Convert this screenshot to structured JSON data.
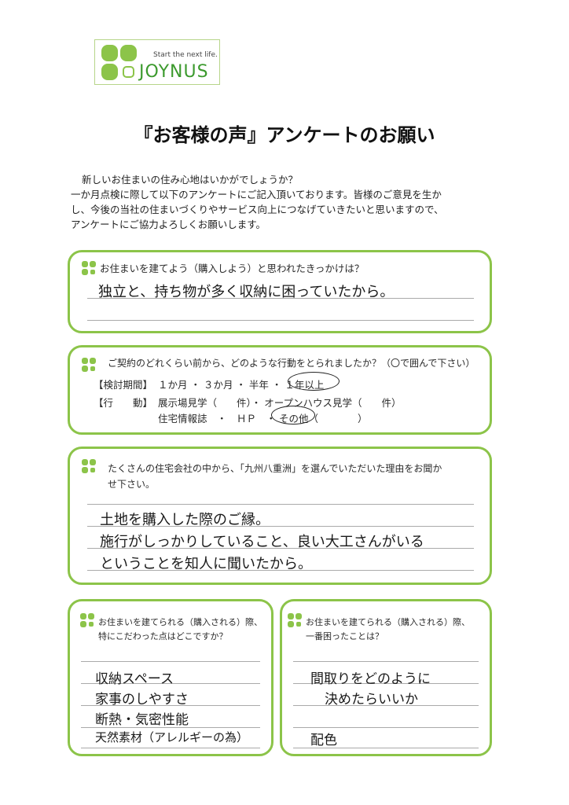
{
  "logo": {
    "tagline": "Start the next life.",
    "name": "JOYNUS",
    "color": "#8cc449"
  },
  "title": "『お客様の声』アンケートのお願い",
  "intro": [
    "新しいお住まいの住み心地はいかがでしょうか？",
    "一か月点検に際して以下のアンケートにご記入頂いております。皆様のご意見を生か",
    "し、今後の当社の住まいづくりやサービス向上につなげていきたいと思いますので、",
    "アンケートにご協力よろしくお願いします。"
  ],
  "q1": {
    "question": "お住まいを建てよう（購入しよう）と思われたきっかけは？",
    "answer": "独立と、持ち物が多く収納に困っていたから。"
  },
  "q2": {
    "question": "ご契約のどれくらい前から、どのような行動をとられましたか？（〇で囲んで下さい）",
    "period_label": "【検討期間】",
    "period_options": "１か月 ・ ３か月 ・ 半年 ・ １年以上",
    "action_label": "【行　　動】",
    "action_line1": "展示場見学（　　件）・ オープンハウス見学（　　件）",
    "action_line2": "住宅情報誌　・　ＨＰ　・ その他（　　　　）",
    "selected_period": "１年以上",
    "selected_action": "その他"
  },
  "q3": {
    "question_line1": "たくさんの住宅会社の中から、「九州八重洲」を選んでいただいた理由をお聞か",
    "question_line2": "せ下さい。",
    "answer_lines": [
      "土地を購入した際のご縁。",
      "施行がしっかりしていること、良い大工さんがいる",
      "ということを知人に聞いたから。"
    ]
  },
  "q4": {
    "question_line1": "お住まいを建てられる（購入される）際、",
    "question_line2": "特にこだわった点はどこですか？",
    "answers": [
      "収納スペース",
      "家事のしやすさ",
      "断熱・気密性能",
      "天然素材（アレルギーの為）"
    ]
  },
  "q5": {
    "question_line1": "お住まいを建てられる（購入される）際、",
    "question_line2": "一番困ったことは？",
    "answers": [
      "間取りをどのように",
      "決めたらいいか",
      "",
      "配色"
    ]
  }
}
